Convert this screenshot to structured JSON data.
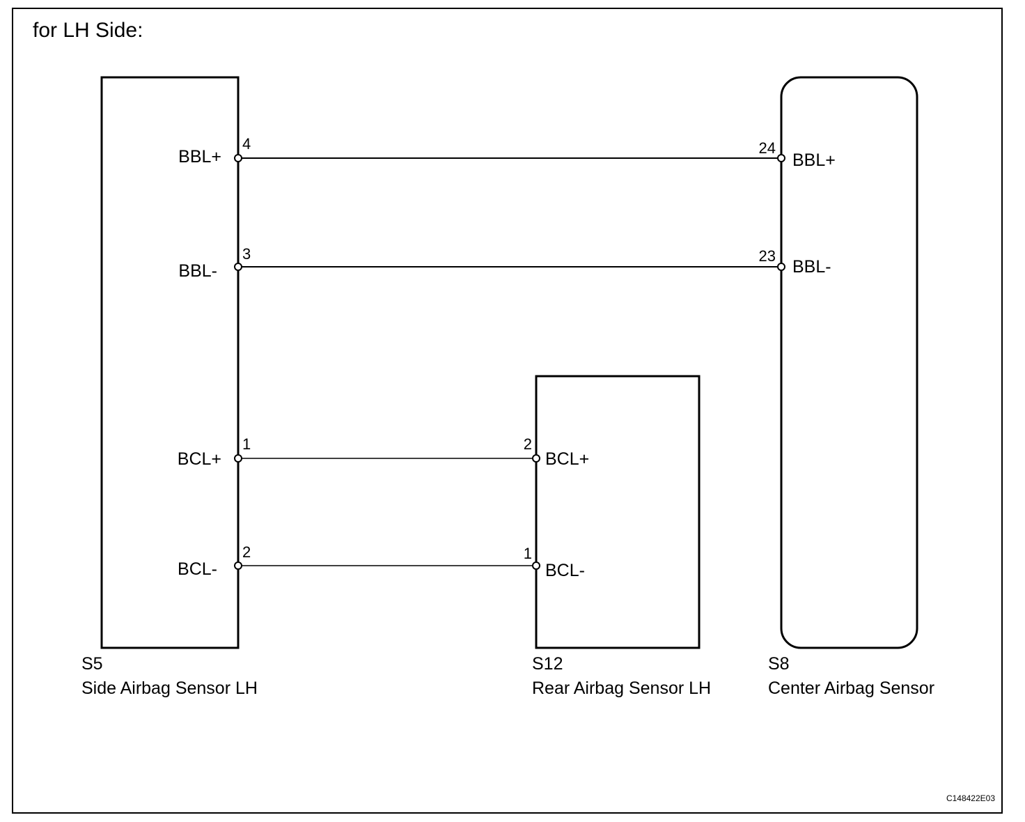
{
  "title": "for LH Side:",
  "components": {
    "s5": {
      "code": "S5",
      "name": "Side Airbag Sensor LH"
    },
    "s12": {
      "code": "S12",
      "name": "Rear Airbag Sensor LH"
    },
    "s8": {
      "code": "S8",
      "name": "Center Airbag Sensor"
    }
  },
  "s5_terminals": [
    {
      "pin": "4",
      "signal": "BBL+"
    },
    {
      "pin": "3",
      "signal": "BBL-"
    },
    {
      "pin": "1",
      "signal": "BCL+"
    },
    {
      "pin": "2",
      "signal": "BCL-"
    }
  ],
  "s8_terminals": [
    {
      "pin": "24",
      "signal": "BBL+"
    },
    {
      "pin": "23",
      "signal": "BBL-"
    }
  ],
  "s12_terminals": [
    {
      "pin": "2",
      "signal": "BCL+"
    },
    {
      "pin": "1",
      "signal": "BCL-"
    }
  ],
  "figure_ref": "C148422E03"
}
